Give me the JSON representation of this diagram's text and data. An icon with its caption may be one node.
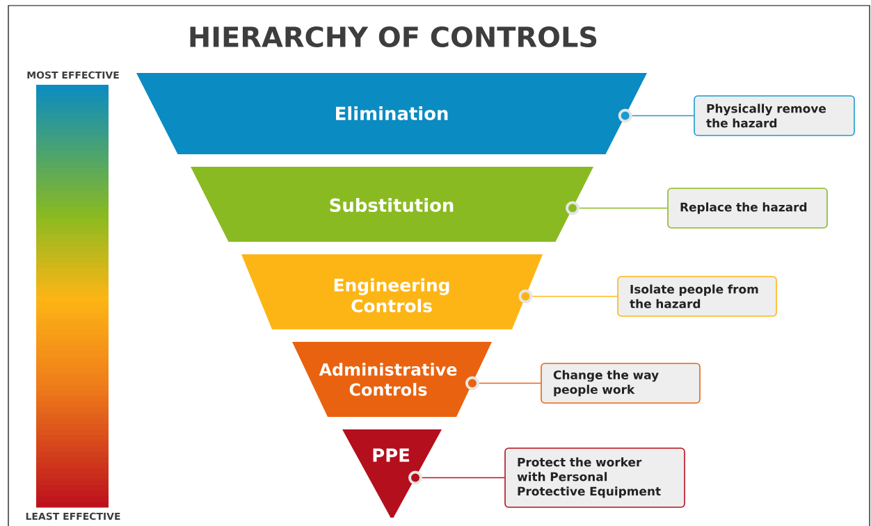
{
  "diagram": {
    "title": "HIERARCHY OF CONTROLS",
    "nodes": [
      {
        "text": [
          "Elimination"
        ]
      },
      {
        "text": [
          "Substitution"
        ]
      },
      {
        "text": [
          "Engineering Controls"
        ]
      },
      {
        "text": [
          "Administrative Controls"
        ]
      },
      {
        "text": [
          "PPE"
        ]
      },
      {
        "text": [
          "Physically remove the hazard"
        ]
      },
      {
        "text": [
          "Replace the hazard"
        ]
      },
      {
        "text": [
          "Isolate people from the hazard"
        ]
      },
      {
        "text": [
          "Change the way people work"
        ]
      },
      {
        "text": [
          "Protect the worker with Personal Protective Equipment"
        ]
      }
    ],
    "edges": [
      {
        "from": 0,
        "to": 5,
        "arrow": "other",
        "color": "#1a9bd0"
      },
      {
        "from": 1,
        "to": 6,
        "arrow": "other",
        "color": "#8aba22"
      },
      {
        "from": 2,
        "to": 7,
        "arrow": "other",
        "color": "#fdb515"
      },
      {
        "from": 3,
        "to": 8,
        "arrow": "other",
        "color": "#e9620f"
      },
      {
        "from": 4,
        "to": 9,
        "arrow": "other",
        "color": "#b40f1d"
      }
    ],
    "labels": [
      "MOST EFFECTIVE",
      "LEAST EFFECTIVE"
    ]
  }
}
